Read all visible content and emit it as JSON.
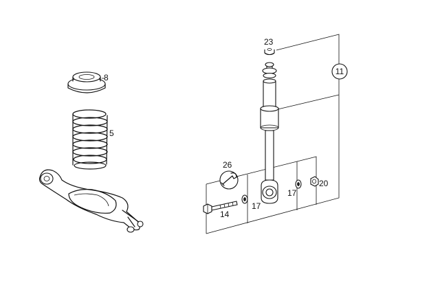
{
  "callouts": {
    "assembly": "11",
    "shock_upper_nut": "23",
    "spring_seat": "8",
    "coil_spring": "5",
    "tool": "26",
    "washer_left": "17",
    "washer_right": "17",
    "nut": "20",
    "bolt": "14"
  },
  "icons": [
    "spring-seat-icon",
    "coil-spring-icon",
    "control-arm-icon",
    "shock-absorber-icon",
    "wrench-icon",
    "bolt-icon",
    "washer-icon",
    "nut-icon"
  ],
  "colors": {
    "line": "#111111",
    "background": "#ffffff"
  }
}
